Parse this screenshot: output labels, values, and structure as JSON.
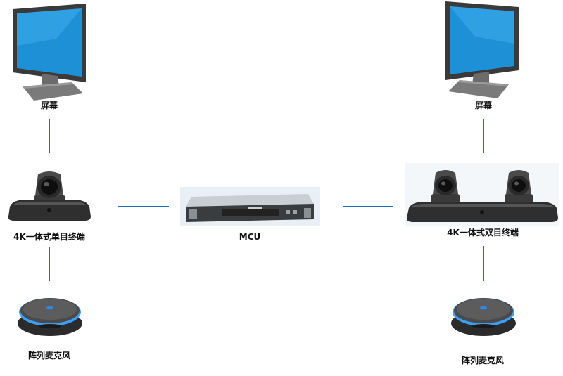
{
  "nodes": {
    "left_screen": {
      "label": "屏幕",
      "icon": "monitor-icon"
    },
    "right_screen": {
      "label": "屏幕",
      "icon": "monitor-icon"
    },
    "left_terminal": {
      "label": "4K一体式单目终端",
      "icon": "ptz-camera-icon"
    },
    "mcu": {
      "label": "MCU",
      "icon": "rack-server-icon"
    },
    "right_terminal": {
      "label": "4K一体式双目终端",
      "icon": "dual-ptz-camera-icon"
    },
    "left_mic": {
      "label": "阵列麦克风",
      "icon": "array-microphone-icon"
    },
    "right_mic": {
      "label": "阵列麦克风",
      "icon": "array-microphone-icon"
    }
  },
  "colors": {
    "connector": "#1f6fb5",
    "screen_blue": "#1e90d6",
    "device_dark": "#2b2b2b",
    "mic_ring": "#3aa0ff"
  }
}
